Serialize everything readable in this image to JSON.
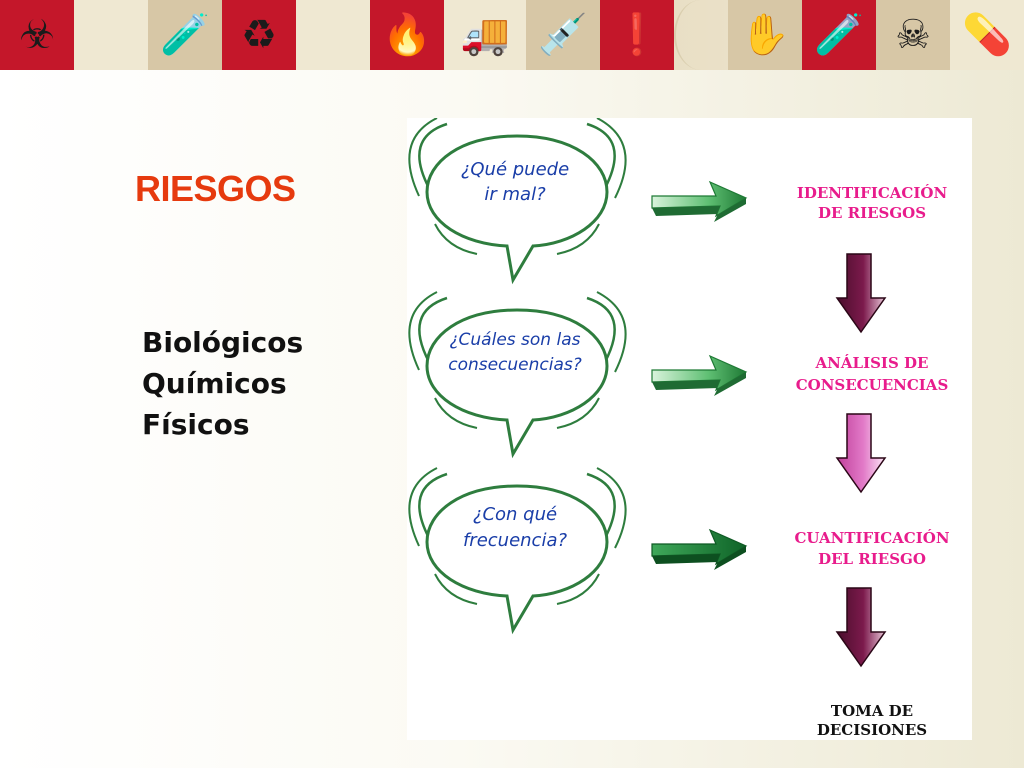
{
  "banner": {
    "icons": [
      {
        "name": "biohazard-icon",
        "glyph": "☣",
        "tone": "red"
      },
      {
        "name": "blank-panel-icon",
        "glyph": "",
        "tone": "cream"
      },
      {
        "name": "test-tubes-icon",
        "glyph": "🧪",
        "tone": "tan"
      },
      {
        "name": "recycle-icon",
        "glyph": "♻",
        "tone": "red"
      },
      {
        "name": "blank-panel-icon",
        "glyph": "",
        "tone": "cream"
      },
      {
        "name": "flame-icon",
        "glyph": "🔥",
        "tone": "red"
      },
      {
        "name": "hazmat-truck-icon",
        "glyph": "🚚",
        "tone": "cream"
      },
      {
        "name": "syringe-icon",
        "glyph": "💉",
        "tone": "tan"
      },
      {
        "name": "exclamation-icon",
        "glyph": "❗",
        "tone": "red"
      }
    ],
    "right_icons": [
      {
        "name": "corrosive-icon",
        "glyph": "✋"
      },
      {
        "name": "tube-burst-icon",
        "glyph": "🧪"
      },
      {
        "name": "skull-crossbones-icon",
        "glyph": "☠"
      },
      {
        "name": "pills-icon",
        "glyph": "💊"
      }
    ]
  },
  "title": "RIESGOS",
  "types": [
    "Biológicos",
    "Químicos",
    "Físicos"
  ],
  "diagram": {
    "questions": [
      {
        "line1": "¿Qué puede",
        "line2": "ir mal?"
      },
      {
        "line1": "¿Cuáles son las",
        "line2": "consecuencias?"
      },
      {
        "line1": "¿Con qué",
        "line2": "frecuencia?"
      }
    ],
    "steps": [
      {
        "line1": "IDENTIFICACIÓN",
        "line2": "DE RIESGOS"
      },
      {
        "line1": "ANÁLISIS DE",
        "line2": "CONSECUENCIAS"
      },
      {
        "line1": "CUANTIFICACIÓN",
        "line2": "DEL RIESGO"
      },
      {
        "line1": "TOMA DE",
        "line2": "DECISIONES"
      }
    ],
    "colors": {
      "bubble": "#2e7d3e",
      "question_text": "#1a3ea8",
      "step_text": "#e81c8c",
      "down_arrow": "#6b1240"
    }
  }
}
